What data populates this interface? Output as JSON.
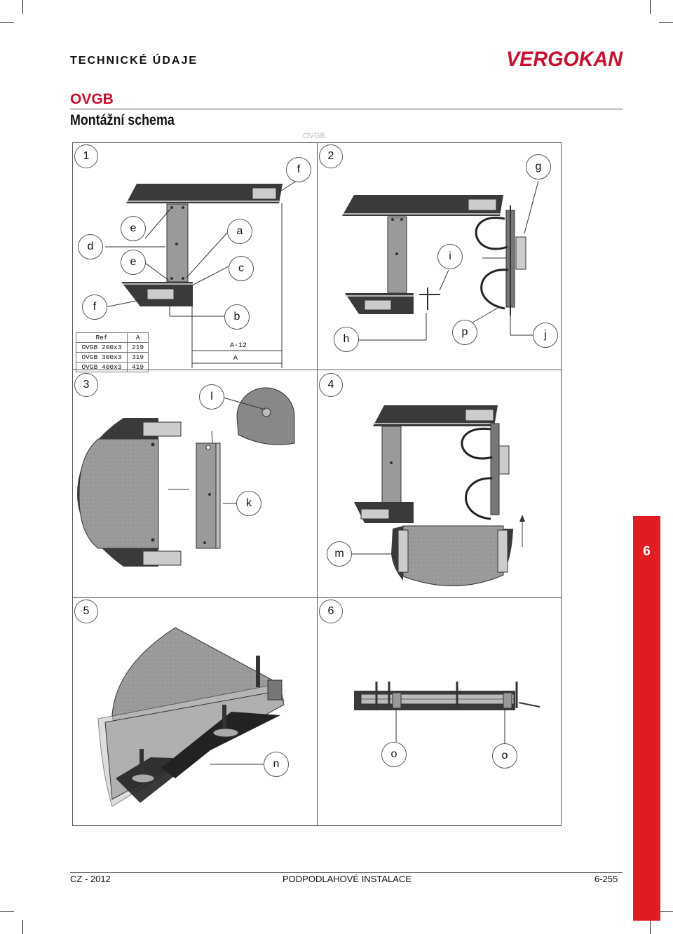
{
  "header": {
    "section_title": "TECHNICKÉ ÚDAJE",
    "brand": "VERGOKAN"
  },
  "product": {
    "model": "OVGB",
    "subtitle": "Montážní schema",
    "faded_label": "OVGB"
  },
  "panels": [
    "1",
    "2",
    "3",
    "4",
    "5",
    "6"
  ],
  "callouts": {
    "p1": {
      "f_top": "f",
      "e1": "e",
      "a": "a",
      "d": "d",
      "e2": "e",
      "c": "c",
      "f_bottom": "f",
      "b": "b"
    },
    "p2": {
      "g": "g",
      "i": "i",
      "h": "h",
      "p": "p",
      "j": "j"
    },
    "p3": {
      "l": "l",
      "k": "k"
    },
    "p4": {
      "m": "m"
    },
    "p5": {
      "n": "n"
    },
    "p6": {
      "o1": "o",
      "o2": "o"
    }
  },
  "ref_table": {
    "headers": [
      "Ref",
      "A"
    ],
    "rows": [
      [
        "OVGB 200x3",
        "219"
      ],
      [
        "OVGB 300x3",
        "319"
      ],
      [
        "OVGB 400x3",
        "419"
      ]
    ]
  },
  "dimensions": {
    "a_minus": "A-12",
    "a": "A"
  },
  "side_tab": {
    "chapter": "6"
  },
  "footer": {
    "left": "CZ - 2012",
    "center": "PODPODLAHOVÉ INSTALACE",
    "right": "6-255"
  },
  "colors": {
    "brand_red": "#c8102e",
    "tab_red": "#e01b22",
    "panel_gray": "#9a9a9a",
    "dark_profile": "#3a3a3a"
  }
}
